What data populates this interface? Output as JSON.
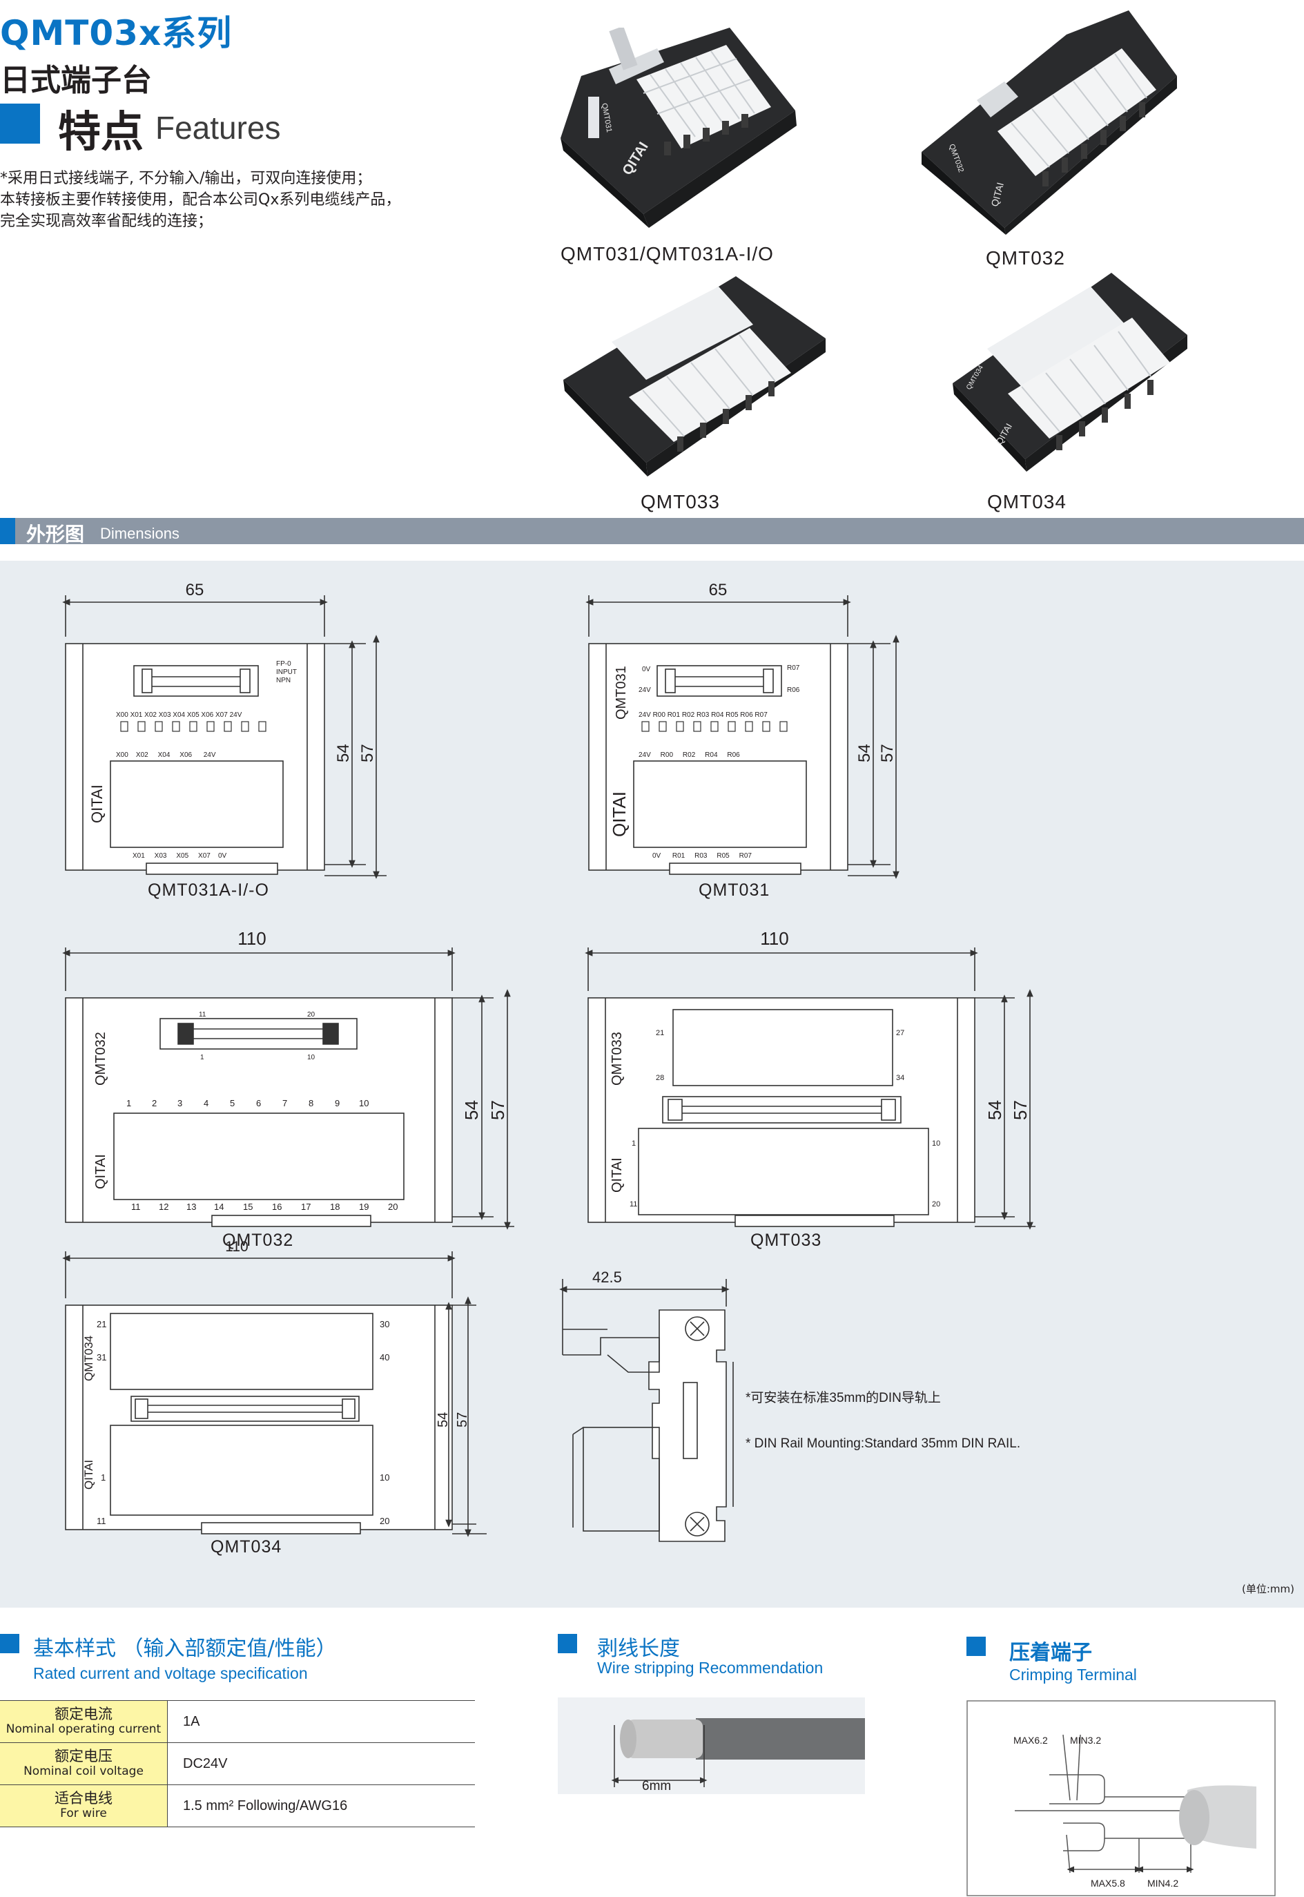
{
  "header": {
    "title": "QMT03x系列",
    "subtitle": "日式端子台",
    "features_cn": "特点",
    "features_en": "Features",
    "description": [
      "*采用日式接线端子, 不分输入/输出，可双向连接使用；",
      " 本转接板主要作转接使用，配合本公司Qx系列电缆线产品，",
      " 完全实现高效率省配线的连接；"
    ]
  },
  "products": [
    {
      "label": "QMT031/QMT031A-I/O"
    },
    {
      "label": "QMT032"
    },
    {
      "label": "QMT033"
    },
    {
      "label": "QMT034"
    }
  ],
  "photo_marks": {
    "brand": "QITAI",
    "model_031": "QMT031",
    "model_032": "QMT032",
    "model_034": "QMT034"
  },
  "dimensions": {
    "title_cn": "外形图",
    "title_en": "Dimensions",
    "unit": "(单位:mm)",
    "d1": {
      "label": "QMT031A-I/-O",
      "width": "65",
      "h1": "54",
      "h2": "57",
      "header_text": [
        "FP-0",
        "INPUT",
        "NPN"
      ],
      "led_labels": "X00 X01 X02 X03 X04 X05 X06 X07 24V",
      "top_terms": "X00    X02     X04     X06      24V",
      "bot_terms": "X01     X03     X05     X07    0V",
      "brand": "QITAI"
    },
    "d2": {
      "label": "QMT031",
      "width": "65",
      "h1": "54",
      "h2": "57",
      "model": "QMT031",
      "brand": "QITAI",
      "ov": "0V",
      "v24": "24V",
      "r07": "R07",
      "r06": "R06",
      "led_labels": "24V R00 R01 R02 R03 R04 R05 R06 R07",
      "top_terms": "24V     R00     R02     R04     R06",
      "bot_terms": "0V      R01     R03     R05     R07"
    },
    "d3": {
      "label": "QMT032",
      "width": "110",
      "h1": "54",
      "h2": "57",
      "model": "QMT032",
      "brand": "QITAI",
      "pin_tl": "11",
      "pin_tr": "20",
      "pin_bl": "1",
      "pin_br": "10",
      "top_nums": [
        "1",
        "2",
        "3",
        "4",
        "5",
        "6",
        "7",
        "8",
        "9",
        "10"
      ],
      "bot_nums": [
        "11",
        "12",
        "13",
        "14",
        "15",
        "16",
        "17",
        "18",
        "19",
        "20"
      ]
    },
    "d4": {
      "label": "QMT033",
      "width": "110",
      "h1": "54",
      "h2": "57",
      "model": "QMT033",
      "brand": "QITAI",
      "n21": "21",
      "n27": "27",
      "n28": "28",
      "n34": "34",
      "n1": "1",
      "n10": "10",
      "n11": "11",
      "n20": "20"
    },
    "d5": {
      "label": "QMT034",
      "width": "110",
      "h1": "54",
      "h2": "57",
      "model": "QMT034",
      "brand": "QITAI",
      "n21": "21",
      "n30": "30",
      "n31": "31",
      "n40": "40",
      "n1": "1",
      "n10": "10",
      "n11": "11",
      "n20": "20"
    },
    "side": {
      "width": "42.5",
      "note_cn": "*可安装在标准35mm的DIN导轨上",
      "note_en": "* DIN Rail Mounting:Standard 35mm DIN RAIL."
    }
  },
  "spec": {
    "title_cn": "基本样式   （输入部额定值/性能）",
    "title_en": "Rated current and voltage specification",
    "rows": [
      {
        "key_cn": "额定电流",
        "key_en": "Nominal operating current",
        "value": "1A"
      },
      {
        "key_cn": "额定电压",
        "key_en": "Nominal coil voltage",
        "value": "DC24V"
      },
      {
        "key_cn": "适合电线",
        "key_en": "For wire",
        "value": "1.5 mm² Following/AWG16"
      }
    ]
  },
  "stripping": {
    "title_cn": "剥线长度",
    "title_en": "Wire stripping Recommendation",
    "length": "6mm"
  },
  "crimp": {
    "title_cn": "压着端子",
    "title_en": "Crimping Terminal",
    "max62": "MAX6.2",
    "min32": "MIN3.2",
    "max58": "MAX5.8",
    "min42": "MIN4.2"
  }
}
